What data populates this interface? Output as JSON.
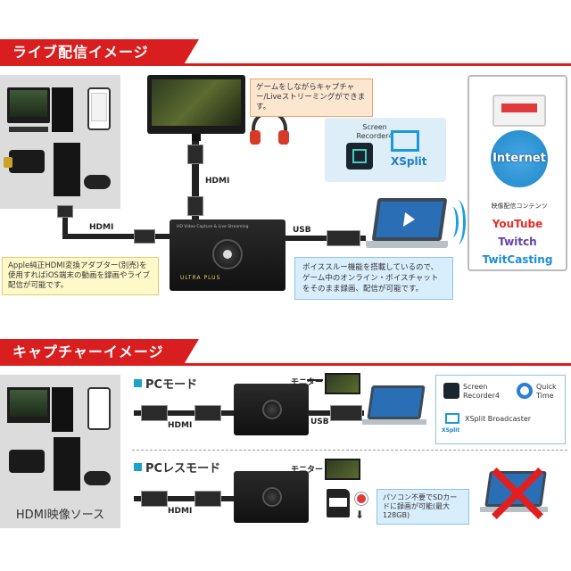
{
  "sections": {
    "live": "ライブ配信イメージ",
    "capture": "キャプチャーイメージ"
  },
  "live": {
    "game_note": "ゲームをしながらキャプチャー/Liveストリーミングができます。",
    "hdmi_top": "HDMI",
    "hdmi_left": "HDMI",
    "usb": "USB",
    "apple_note": "Apple純正HDMI変換アダプター(別売)を使用すればiOS端末の動画を録画やライブ配信が可能です。",
    "voice_note": "ボイススルー機能を搭載しているので、ゲーム中のオンライン・ボイスチャットをそのまま録画、配信が可能です。",
    "screen_recorder": "Screen Recorder4",
    "xsplit": "XSplit",
    "internet": "Internet",
    "content_label": "映像配信コンテンツ",
    "platforms": [
      "YouTube",
      "Twitch",
      "TwitCasting"
    ],
    "device_brand": "ULTRA PLUS",
    "device_header": "HD Video Capture & Live Streaming"
  },
  "capture": {
    "pc_mode": "PCモード",
    "pcless_mode": "PCレスモード",
    "monitor_1": "モニター",
    "monitor_2": "モニター",
    "hdmi_1": "HDMI",
    "usb": "USB",
    "hdmi_2": "HDMI",
    "source_label": "HDMI映像ソース",
    "apps": {
      "screen_recorder": "Screen Recorder4",
      "quicktime": "Quick Time",
      "xsplit_broadcaster": "XSplit Broadcaster",
      "xsplit_mark": "XSplit"
    },
    "sd_note": "パソコン不要でSDカードに録画が可能(最大128GB)"
  },
  "colors": {
    "accent_red": "#d81e1e",
    "mode_blue": "#1aa3c8",
    "youtube": "#e52d27",
    "twitch": "#6441a5",
    "twitcasting": "#1a8fd6",
    "internet_blue": "#1e88c8"
  }
}
